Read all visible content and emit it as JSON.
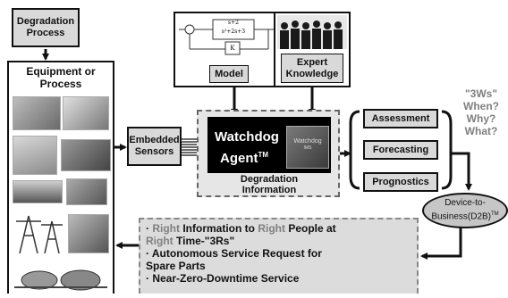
{
  "degradation_process": {
    "line1": "Degradation",
    "line2": "Process"
  },
  "equipment": {
    "line1": "Equipment or",
    "line2": "Process"
  },
  "embedded_sensors": {
    "line1": "Embedded",
    "line2": "Sensors"
  },
  "model": {
    "label": "Model",
    "tf_numerator": "s+2",
    "tf_denominator": "s²+2s+3",
    "gain": "K"
  },
  "expert_knowledge": {
    "line1": "Expert",
    "line2": "Knowledge"
  },
  "watchdog": {
    "line1": "Watchdog",
    "line2": "Agent",
    "tm": "TM",
    "chip_text1": "Watchdog",
    "chip_text2": "IMS"
  },
  "degradation_information": {
    "line1": "Degradation",
    "line2": "Information"
  },
  "outputs": [
    "Assessment",
    "Forecasting",
    "Prognostics"
  ],
  "three_ws": {
    "title": "\"3Ws\"",
    "q1": "When?",
    "q2": "Why?",
    "q3": "What?"
  },
  "d2b": {
    "line1": "Device-to-",
    "line2": "Business(D2B)",
    "tm": "TM"
  },
  "benefits": {
    "b1_w1": "Right",
    "b1_p2": " Information to ",
    "b1_w2": "Right",
    "b1_p3": " People at",
    "b1_w3": "Right",
    "b1_p4": " Time-\"3Rs\"",
    "b2_line1": "Autonomous Service Request for",
    "b2_line2": "Spare Parts",
    "b3": "Near-Zero-Downtime Service"
  },
  "colors": {
    "box_fill": "#d9d9d9",
    "watchdog_fill": "#000000",
    "accent_gray": "#7f7f7f",
    "d2b_fill": "#c6c6c6",
    "line": "#111111"
  }
}
